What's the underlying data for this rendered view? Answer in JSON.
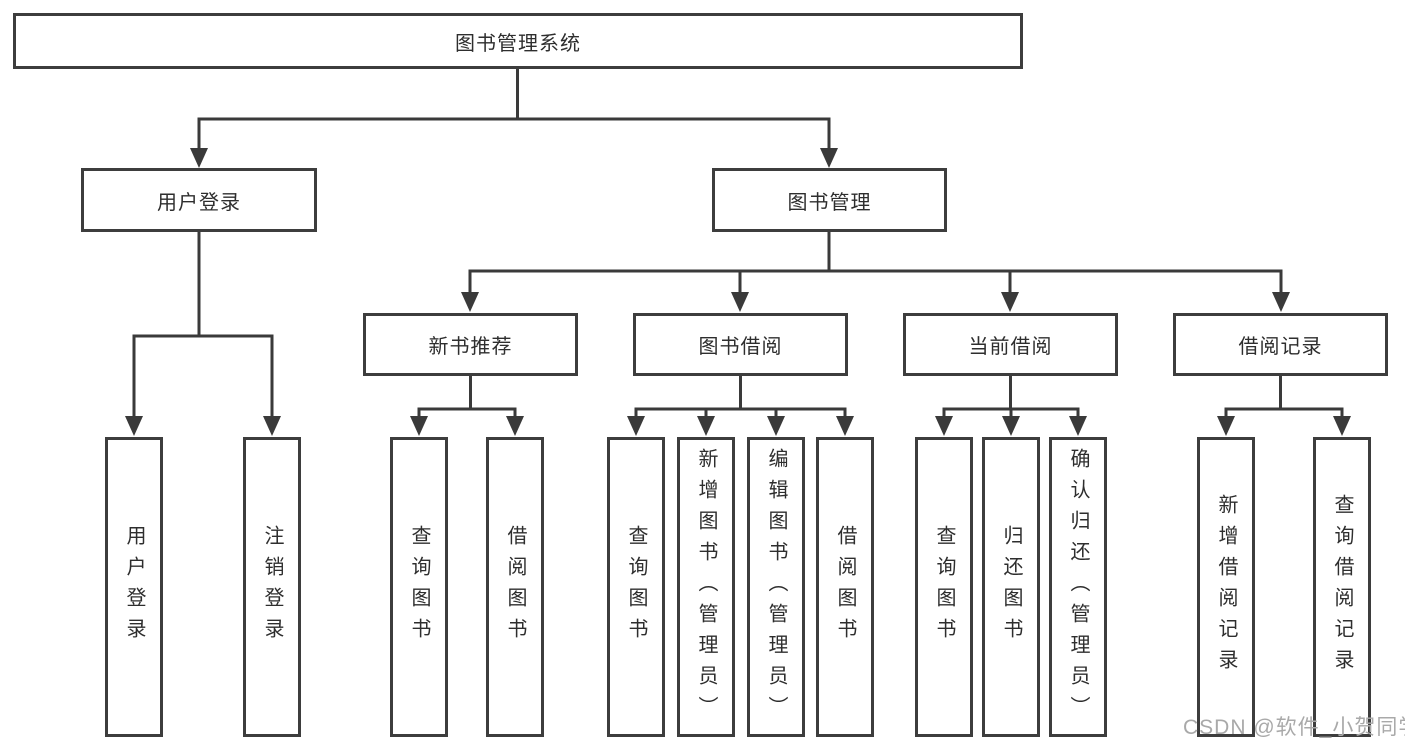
{
  "diagram": {
    "root": {
      "label": "图书管理系统"
    },
    "level2": [
      {
        "label": "用户登录"
      },
      {
        "label": "图书管理"
      }
    ],
    "level3": [
      {
        "label": "新书推荐"
      },
      {
        "label": "图书借阅"
      },
      {
        "label": "当前借阅"
      },
      {
        "label": "借阅记录"
      }
    ],
    "leaves": {
      "user_login": [
        "用户登录",
        "注销登录"
      ],
      "new_books": [
        "查询图书",
        "借阅图书"
      ],
      "book_borrow": [
        "查询图书",
        "新增图书（管理员）",
        "编辑图书（管理员）",
        "借阅图书"
      ],
      "current_borrow": [
        "查询图书",
        "归还图书",
        "确认归还（管理员）"
      ],
      "borrow_records": [
        "新增借阅记录",
        "查询借阅记录"
      ]
    }
  },
  "watermark": {
    "text": "CSDN @软件_小贺同学"
  },
  "colors": {
    "box_border": "#3d3d3d",
    "line": "#3a3a3a",
    "text": "#2e2e2e",
    "watermark": "#a9a9a9",
    "background": "#ffffff"
  }
}
